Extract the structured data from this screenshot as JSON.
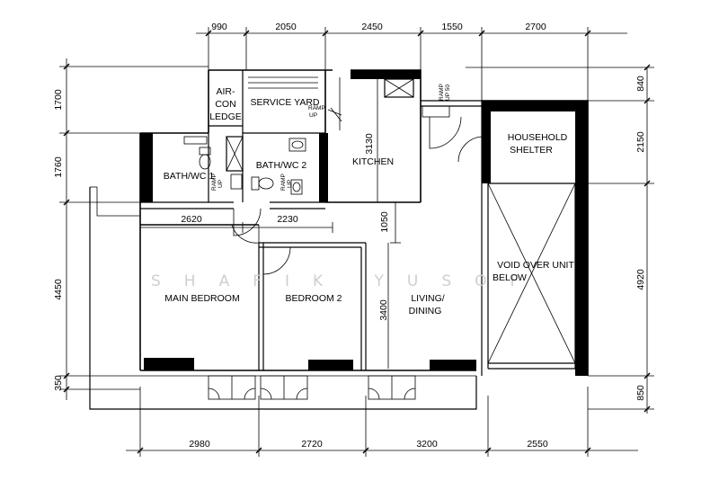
{
  "watermark": "SHAFIK YUSOF",
  "top_dimensions": [
    "990",
    "2050",
    "2450",
    "1550",
    "2700"
  ],
  "bottom_dimensions": [
    "2980",
    "2720",
    "3200",
    "2550"
  ],
  "left_dimensions": [
    "1700",
    "1760",
    "4450",
    "350"
  ],
  "right_dimensions": [
    "840",
    "2150",
    "4920",
    "850"
  ],
  "internal_dimensions": {
    "bath_width_1": "2620",
    "bath_width_2": "2230",
    "kitchen_depth": "3130",
    "corridor": "1050",
    "living_depth": "3400"
  },
  "rooms": {
    "aircon": [
      "AIR-",
      "CON",
      "LEDGE"
    ],
    "service_yard": "SERVICE YARD",
    "kitchen": "KITCHEN",
    "household_shelter": [
      "HOUSEHOLD",
      "SHELTER"
    ],
    "bath1": "BATH/WC 1",
    "bath2": "BATH/WC 2",
    "main_bedroom": "MAIN BEDROOM",
    "bedroom2": "BEDROOM 2",
    "living": [
      "LIVING/",
      "DINING"
    ],
    "void": [
      "VOID OVER UNIT",
      "BELOW"
    ]
  },
  "ramp_labels": {
    "ramp": "RAMP",
    "up": "UP",
    "up50": "UP 50"
  }
}
